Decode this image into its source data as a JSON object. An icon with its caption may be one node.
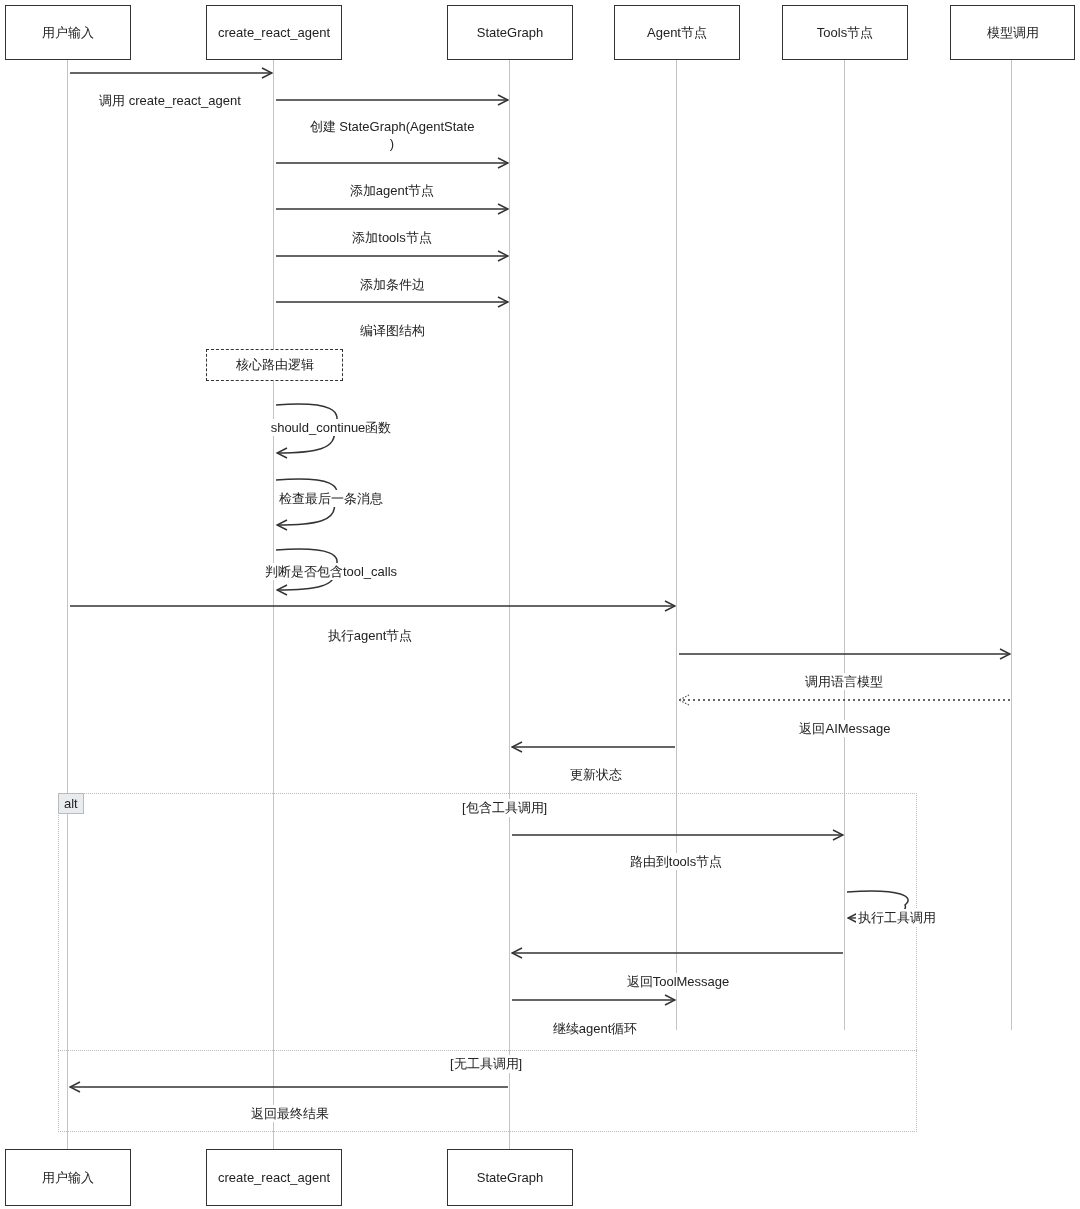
{
  "diagram": {
    "nodes": [
      {
        "text": [
          "用户输入"
        ]
      },
      {
        "text": [
          "create_react_agent"
        ]
      },
      {
        "text": [
          "StateGraph"
        ]
      },
      {
        "text": [
          "Agent节点"
        ]
      },
      {
        "text": [
          "Tools节点"
        ]
      },
      {
        "text": [
          "模型调用"
        ]
      },
      {
        "text": [
          "用户输入"
        ]
      },
      {
        "text": [
          "create_react_agent"
        ]
      },
      {
        "text": [
          "StateGraph"
        ]
      },
      {
        "text": [
          "核心路由逻辑"
        ]
      },
      {
        "text": [],
        "shape": "bar"
      },
      {
        "text": [],
        "shape": "bar"
      },
      {
        "text": [],
        "shape": "bar"
      },
      {
        "text": [],
        "shape": "bar"
      },
      {
        "text": [],
        "shape": "bar"
      },
      {
        "text": [],
        "shape": "bar"
      },
      {
        "text": [],
        "shape": "bar"
      }
    ],
    "edges": [
      {
        "from": 10,
        "to": 11,
        "arrow": "to",
        "label": "调用 create_react_agent"
      },
      {
        "from": 11,
        "to": 12,
        "arrow": "to",
        "label": "创建 StateGraph(AgentState )"
      },
      {
        "from": 11,
        "to": 12,
        "arrow": "to",
        "label": "添加agent节点"
      },
      {
        "from": 11,
        "to": 12,
        "arrow": "to",
        "label": "添加tools节点"
      },
      {
        "from": 11,
        "to": 12,
        "arrow": "to",
        "label": "添加条件边"
      },
      {
        "from": 11,
        "to": 12,
        "arrow": "to",
        "label": "编译图结构"
      },
      {
        "from": 16,
        "to": 16,
        "arrow": "to",
        "label": "should_continue函数"
      },
      {
        "from": 16,
        "to": 16,
        "arrow": "to",
        "label": "检查最后一条消息"
      },
      {
        "from": 16,
        "to": 16,
        "arrow": "to",
        "label": "判断是否包含tool_calls"
      },
      {
        "from": 10,
        "to": 13,
        "arrow": "to",
        "label": "执行agent节点"
      },
      {
        "from": 13,
        "to": 15,
        "arrow": "to",
        "label": "调用语言模型"
      },
      {
        "from": 15,
        "to": 13,
        "arrow": "to",
        "label": "返回AIMessage",
        "style": "dashed"
      },
      {
        "from": 13,
        "to": 12,
        "arrow": "to",
        "label": "更新状态"
      },
      {
        "from": 12,
        "to": 14,
        "arrow": "to",
        "label": "路由到tools节点"
      },
      {
        "from": 14,
        "to": 14,
        "arrow": "to",
        "label": "执行工具调用"
      },
      {
        "from": 14,
        "to": 12,
        "arrow": "to",
        "label": "返回ToolMessage"
      },
      {
        "from": 12,
        "to": 13,
        "arrow": "to",
        "label": "继续agent循环"
      },
      {
        "from": 12,
        "to": 10,
        "arrow": "to",
        "label": "返回最终结果"
      }
    ],
    "labels": [
      "alt",
      "[包含工具调用]",
      "[无工具调用]"
    ]
  }
}
